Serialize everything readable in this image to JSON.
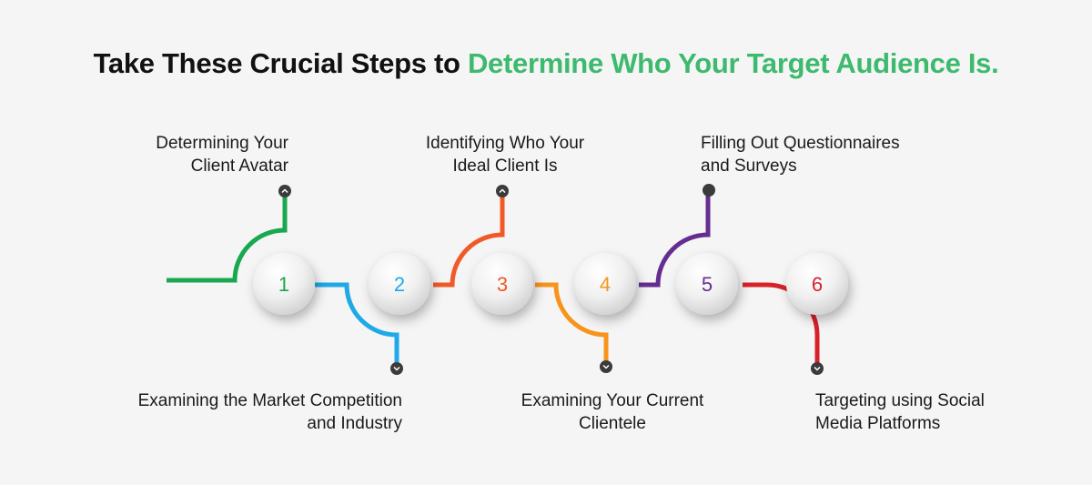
{
  "title": {
    "part1": "Take These Crucial Steps to ",
    "part2": "Determine Who Your Target Audience Is."
  },
  "colors": {
    "accent": "#3dba6e",
    "step1": "#19a84f",
    "step2": "#1fa9e6",
    "step3": "#f05a28",
    "step4": "#f7941d",
    "step5": "#662d91",
    "step6": "#d7222a"
  },
  "steps": [
    {
      "number": "1",
      "line1": "Determining Your",
      "line2": "Client Avatar",
      "icon": "chevron-up-icon"
    },
    {
      "number": "2",
      "line1": "Examining the Market Competition",
      "line2": "and Industry",
      "icon": "chevron-down-icon"
    },
    {
      "number": "3",
      "line1": "Identifying Who Your",
      "line2": "Ideal Client Is",
      "icon": "chevron-up-icon"
    },
    {
      "number": "4",
      "line1": "Examining Your Current",
      "line2": "Clientele",
      "icon": "chevron-down-icon"
    },
    {
      "number": "5",
      "line1": "Filling Out Questionnaires",
      "line2": "and Surveys",
      "icon": "dot-icon"
    },
    {
      "number": "6",
      "line1": "Targeting using Social",
      "line2": "Media Platforms",
      "icon": "chevron-down-icon"
    }
  ]
}
